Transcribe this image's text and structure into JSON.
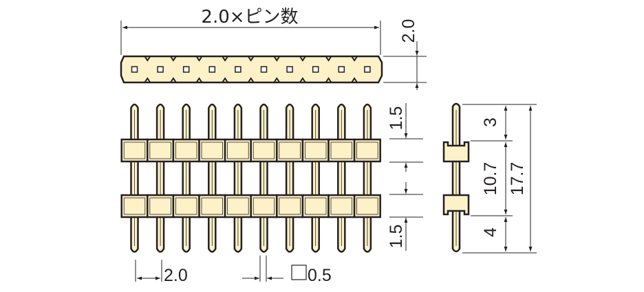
{
  "labels": {
    "width_formula": "2.0×ピン数",
    "height_top": "2.0",
    "upper_extension": "1.5",
    "lower_extension": "1.5",
    "pitch": "2.0",
    "pin_square": "0.5",
    "side_top": "3",
    "side_middle": "10.7",
    "side_bottom": "4",
    "side_total": "17.7"
  },
  "pin_count": 10,
  "colors": {
    "body_fill": "#fdf1c8",
    "outline": "#231f20",
    "pin_square": "#ffffff"
  }
}
